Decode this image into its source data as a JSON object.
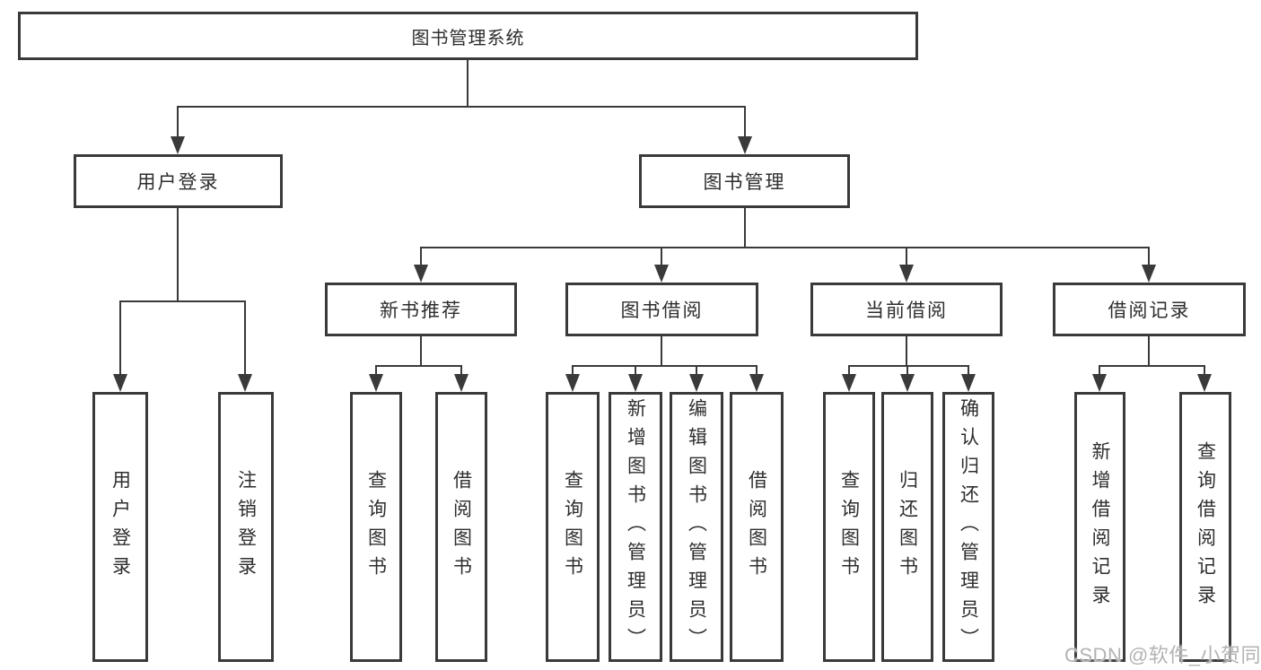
{
  "tree": {
    "label": "图书管理系统",
    "children": [
      {
        "label": "用户登录",
        "children": [
          {
            "label": "用户登录"
          },
          {
            "label": "注销登录"
          }
        ]
      },
      {
        "label": "图书管理",
        "children": [
          {
            "label": "新书推荐",
            "children": [
              {
                "label": "查询图书"
              },
              {
                "label": "借阅图书"
              }
            ]
          },
          {
            "label": "图书借阅",
            "children": [
              {
                "label": "查询图书"
              },
              {
                "label": "新增图书（管理员）"
              },
              {
                "label": "编辑图书（管理员）"
              },
              {
                "label": "借阅图书"
              }
            ]
          },
          {
            "label": "当前借阅",
            "children": [
              {
                "label": "查询图书"
              },
              {
                "label": "归还图书"
              },
              {
                "label": "确认归还（管理员）"
              }
            ]
          },
          {
            "label": "借阅记录",
            "children": [
              {
                "label": "新增借阅记录"
              },
              {
                "label": "查询借阅记录"
              }
            ]
          }
        ]
      }
    ]
  },
  "watermark": {
    "text": "CSDN @软件_小贺同学"
  },
  "colors": {
    "line": "#3a3a3a",
    "text": "#2e2e2e",
    "background": "#ffffff",
    "watermark": "#b3b3b3"
  }
}
